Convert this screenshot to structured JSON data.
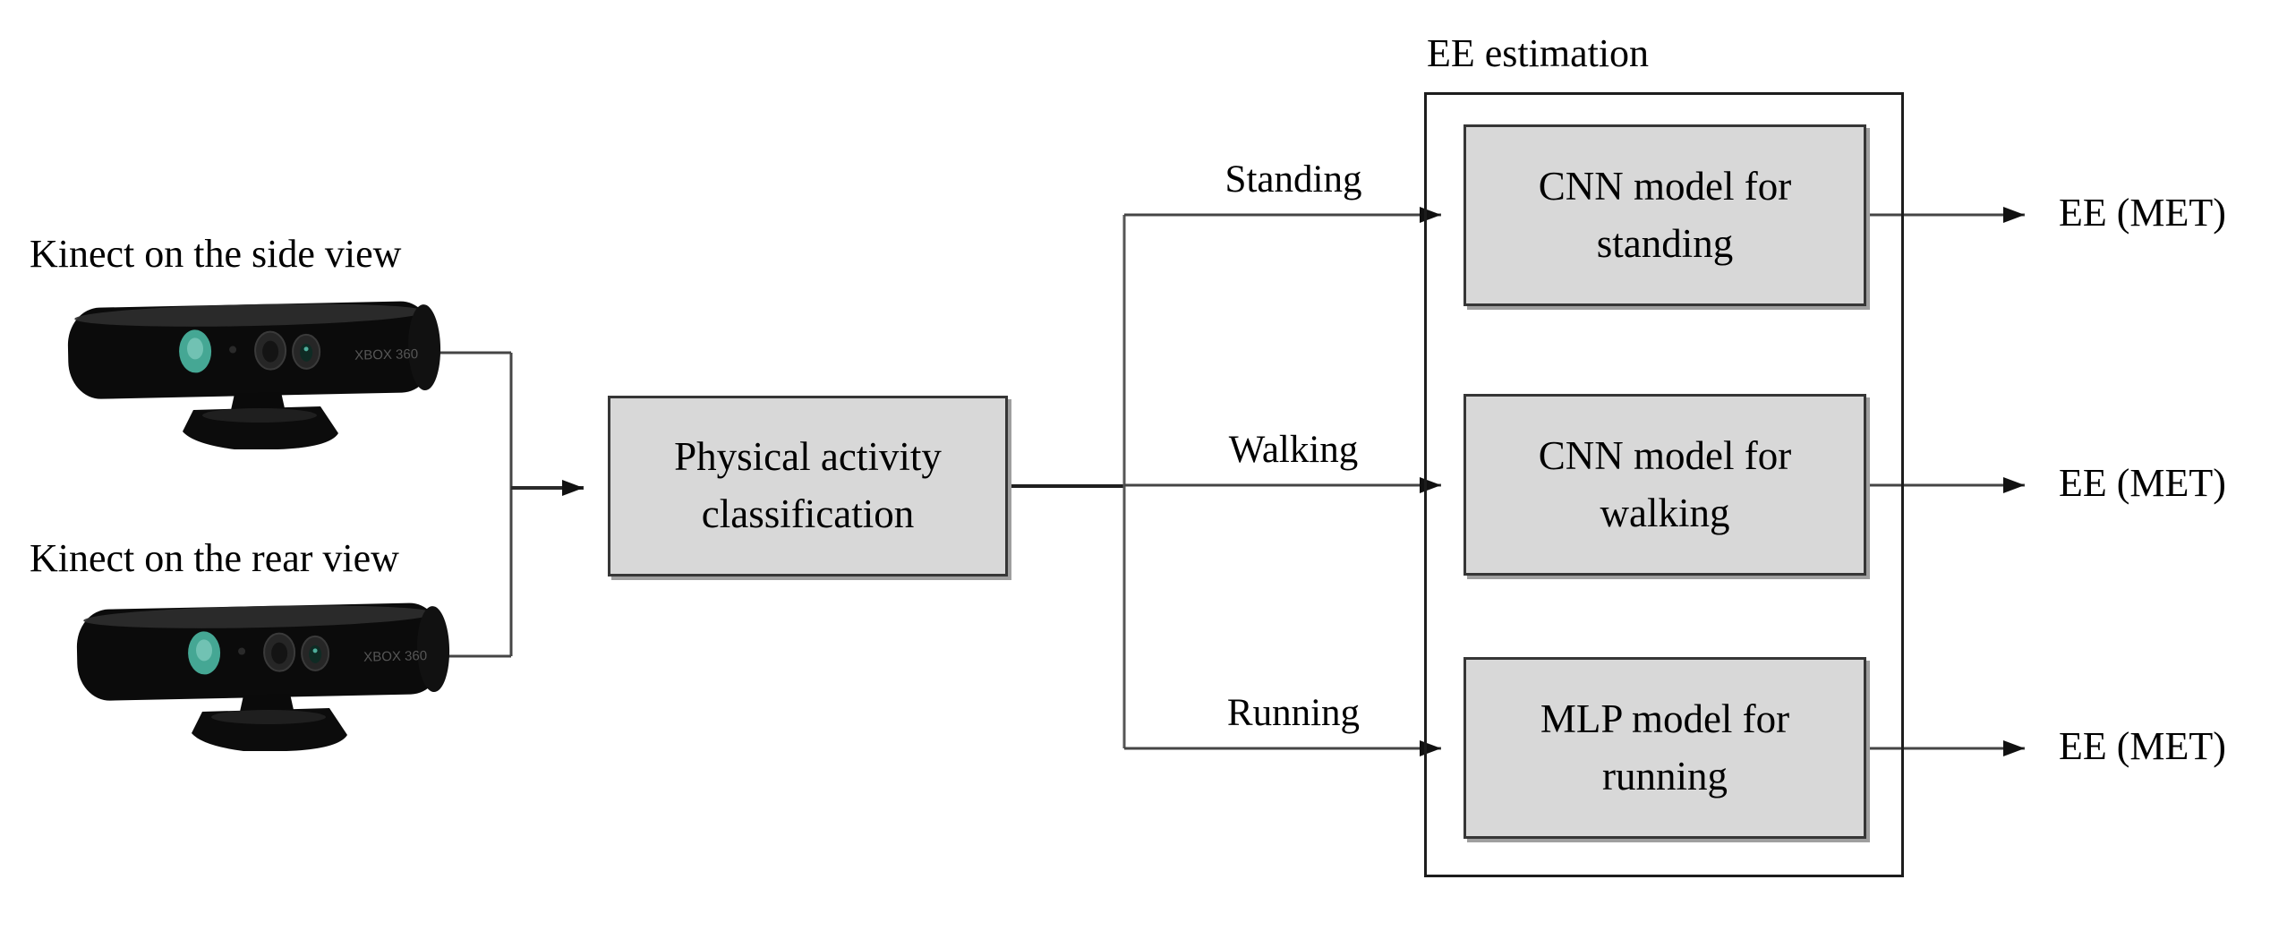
{
  "diagram": {
    "inputs": [
      {
        "label": "Kinect on the side view",
        "device_label": "XBOX 360"
      },
      {
        "label": "Kinect on the rear view",
        "device_label": "XBOX 360"
      }
    ],
    "classifier": {
      "line1": "Physical activity",
      "line2": "classification"
    },
    "estimation": {
      "title": "EE estimation",
      "branches": [
        {
          "activity": "Standing",
          "model_line1": "CNN model for",
          "model_line2": "standing",
          "output": "EE (MET)"
        },
        {
          "activity": "Walking",
          "model_line1": "CNN model for",
          "model_line2": "walking",
          "output": "EE (MET)"
        },
        {
          "activity": "Running",
          "model_line1": "MLP model for",
          "model_line2": "running",
          "output": "EE (MET)"
        }
      ]
    },
    "colors": {
      "box_fill": "#d8d8d8",
      "box_border": "#363636",
      "container_border": "#1c1c1c",
      "wire": "#454545",
      "arrow": "#111111",
      "kinect_body": "#0b0b0b",
      "kinect_light": "#45a794"
    }
  }
}
